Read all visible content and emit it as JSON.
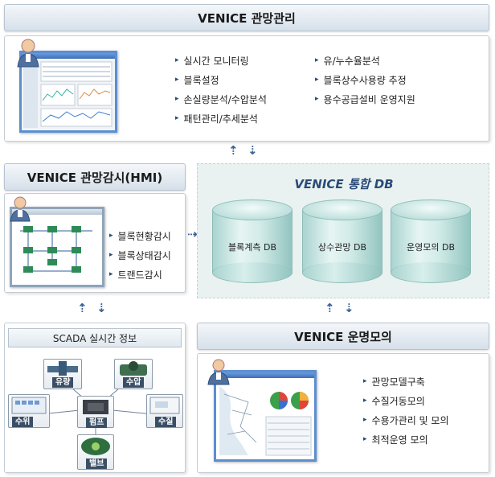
{
  "management": {
    "title": "VENICE 관망관리",
    "items_left": [
      "실시간 모니터링",
      "블록설정",
      "손실량분석/수압분석",
      "패턴관리/추세분석"
    ],
    "items_right": [
      "유/누수율분석",
      "블록상수사용량 추정",
      "용수공급설비 운영지원"
    ]
  },
  "hmi": {
    "title": "VENICE 관망감시(HMI)",
    "items": [
      "블록현황감시",
      "블록상태감시",
      "트랜드감시"
    ]
  },
  "db": {
    "title": "VENICE 통합 DB",
    "cylinders": [
      "블록계측 DB",
      "상수관망 DB",
      "운영모의 DB"
    ]
  },
  "scada": {
    "title": "SCADA 실시간 정보",
    "devices": [
      "유량",
      "수압",
      "수위",
      "펌프",
      "수질",
      "밸브"
    ]
  },
  "simulation": {
    "title": "VENICE 운명모의",
    "items": [
      "관망모델구축",
      "수질거동모의",
      "수용가관리 및 모의",
      "최적운영 모의"
    ]
  },
  "arrows": {
    "up": "⇡",
    "down": "⇣",
    "right": "⇢"
  },
  "icons": {
    "user": "user-icon",
    "bullet": "▸"
  },
  "colors": {
    "accent": "#3a5f95",
    "db_area": "#e9f2f0",
    "window_frame": "#5b8fd0"
  }
}
